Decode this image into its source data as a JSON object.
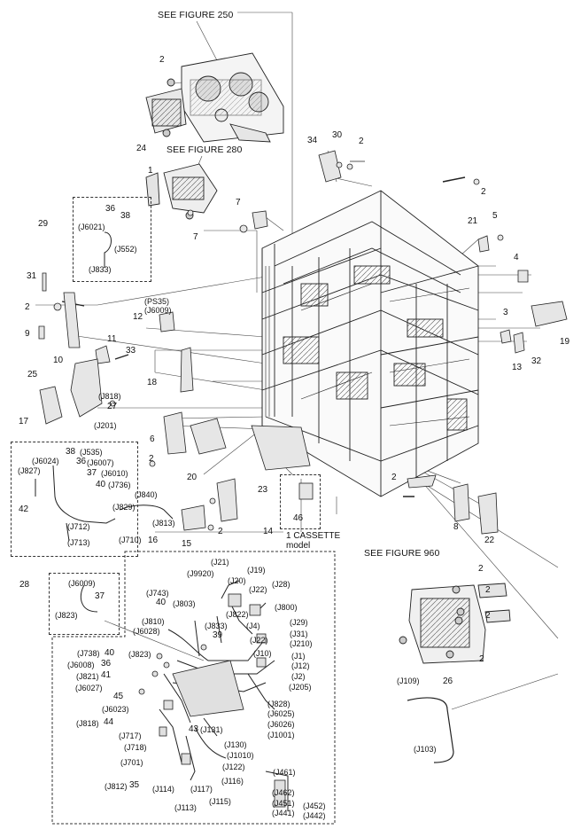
{
  "figure_refs": {
    "fig250": "SEE FIGURE 250",
    "fig280": "SEE FIGURE 280",
    "fig960": "SEE FIGURE 960"
  },
  "part_numbers": {
    "p1": "1",
    "p2a": "2",
    "p2b": "2",
    "p2c": "2",
    "p2d": "2",
    "p2e": "2",
    "p2f": "2",
    "p2g": "2",
    "p2h": "2",
    "p2i": "2",
    "p2j": "2",
    "p2k": "2",
    "p3": "3",
    "p4": "4",
    "p5": "5",
    "p6": "6",
    "p7a": "7",
    "p7b": "7",
    "p8": "8",
    "p9": "9",
    "p10": "10",
    "p11": "11",
    "p12": "12",
    "p13": "13",
    "p14": "14",
    "p15": "15",
    "p16": "16",
    "p17": "17",
    "p18": "18",
    "p19": "19",
    "p20": "20",
    "p21": "21",
    "p22": "22",
    "p23": "23",
    "p24": "24",
    "p25": "25",
    "p26": "26",
    "p27": "27",
    "p28": "28",
    "p29": "29",
    "p30": "30",
    "p31": "31",
    "p32": "32",
    "p33": "33",
    "p34": "34",
    "p35": "35",
    "p36a": "36",
    "p36b": "36",
    "p36c": "36",
    "p37a": "37",
    "p37b": "37",
    "p38a": "38",
    "p38b": "38",
    "p39": "39",
    "p40a": "40",
    "p40b": "40",
    "p40c": "40",
    "p41": "41",
    "p42": "42",
    "p43": "43",
    "p44": "44",
    "p45": "45",
    "p46": "46"
  },
  "connectors": {
    "J6021": "(J6021)",
    "J552": "(J552)",
    "J833a": "(J833)",
    "PS35": "(PS35)",
    "J6009a": "(J6009)",
    "J818a": "(J818)",
    "J201": "(J201)",
    "J6024": "(J6024)",
    "J535": "(J535)",
    "J6007": "(J6007)",
    "J827": "(J827)",
    "J6010": "(J6010)",
    "J736": "(J736)",
    "J712": "(J712)",
    "J713": "(J713)",
    "J840": "(J840)",
    "J829": "(J829)",
    "J813": "(J813)",
    "J710": "(J710)",
    "J6009b": "(J6009)",
    "J823a": "(J823)",
    "J21": "(J21)",
    "J9920": "(J9920)",
    "J20": "(J20)",
    "J19": "(J19)",
    "J22a": "(J22)",
    "J28": "(J28)",
    "J743": "(J743)",
    "J803": "(J803)",
    "J822": "(J822)",
    "J800": "(J800)",
    "J810": "(J810)",
    "J6028": "(J6028)",
    "J833b": "(J833)",
    "J4": "(J4)",
    "J29": "(J29)",
    "J31": "(J31)",
    "J22b": "(J22)",
    "J210": "(J210)",
    "J738": "(J738)",
    "J823b": "(J823)",
    "J10": "(J10)",
    "J1": "(J1)",
    "J6008": "(J6008)",
    "J12": "(J12)",
    "J821": "(J821)",
    "J2": "(J2)",
    "J6027": "(J6027)",
    "J205": "(J205)",
    "J6023": "(J6023)",
    "J828": "(J828)",
    "J6025": "(J6025)",
    "J818b": "(J818)",
    "J6026": "(J6026)",
    "J1001": "(J1001)",
    "J131": "(J131)",
    "J717": "(J717)",
    "J130": "(J130)",
    "J718": "(J718)",
    "J1010": "(J1010)",
    "J701": "(J701)",
    "J122": "(J122)",
    "J461": "(J461)",
    "J116": "(J116)",
    "J812": "(J812)",
    "J114": "(J114)",
    "J117": "(J117)",
    "J462": "(J462)",
    "J115": "(J115)",
    "J451": "(J451)",
    "J452": "(J452)",
    "J113": "(J113)",
    "J441": "(J441)",
    "J442": "(J442)",
    "J109": "(J109)",
    "J103": "(J103)"
  },
  "model_note": {
    "line1": "1 CASSETTE",
    "line2": "model"
  }
}
